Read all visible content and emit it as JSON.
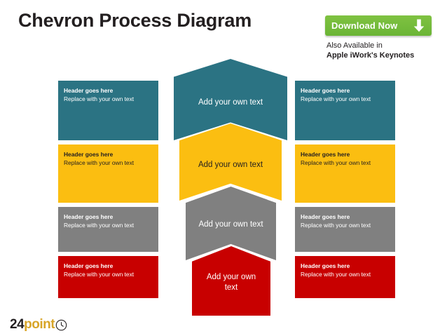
{
  "header": {
    "title": "Chevron Process Diagram",
    "download_button": {
      "label": "Download Now",
      "icon": "download-arrow-icon",
      "color": "#7fc241"
    },
    "availability_line1": "Also Available in",
    "availability_line2": "Apple iWork's Keynotes"
  },
  "palette": {
    "teal": "#2b7383",
    "yellow": "#fbbe11",
    "gray": "#808080",
    "red": "#c80000",
    "green": "#7fc241",
    "logo_gold": "#d8a528"
  },
  "left_column": {
    "cards": [
      {
        "header": "Header goes here",
        "body": "Replace with your own text",
        "color": "#2b7383"
      },
      {
        "header": "Header goes here",
        "body": "Replace with your own text",
        "color": "#fbbe11"
      },
      {
        "header": "Header goes here",
        "body": "Replace with your own text",
        "color": "#808080"
      },
      {
        "header": "Header goes here",
        "body": "Replace with your own text",
        "color": "#c80000"
      }
    ]
  },
  "right_column": {
    "cards": [
      {
        "header": "Header goes here",
        "body": "Replace with your own text",
        "color": "#2b7383"
      },
      {
        "header": "Header goes here",
        "body": "Replace with your own text",
        "color": "#fbbe11"
      },
      {
        "header": "Header goes here",
        "body": "Replace with your own text",
        "color": "#808080"
      },
      {
        "header": "Header goes here",
        "body": "Replace with your own text",
        "color": "#c80000"
      }
    ]
  },
  "chevrons": [
    {
      "label": "Add your own text",
      "color": "#2b7383"
    },
    {
      "label": "Add your own text",
      "color": "#fbbe11"
    },
    {
      "label": "Add your own text",
      "color": "#808080"
    },
    {
      "label": "Add your own text",
      "color": "#c80000"
    }
  ],
  "footer": {
    "logo_number": "24",
    "logo_word": "point",
    "logo_icon": "clock-icon"
  }
}
